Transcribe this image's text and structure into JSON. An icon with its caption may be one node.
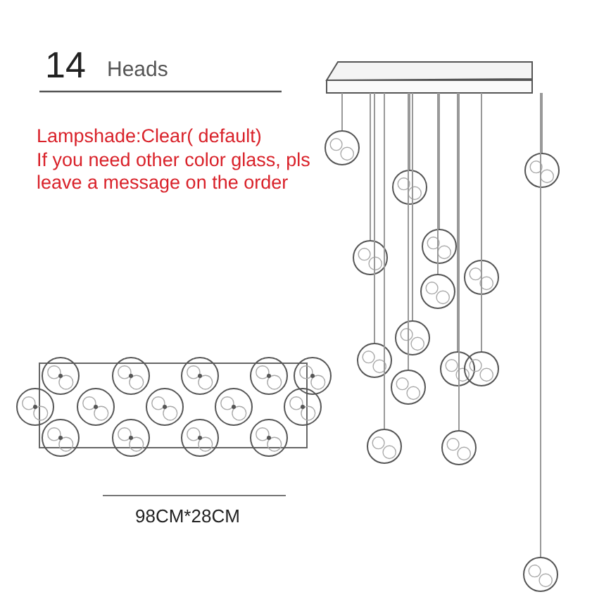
{
  "diagram": {
    "labels": [
      "14",
      "Heads",
      "Lampshade:Clear( default)",
      "If you need other color glass, pls leave a message on the order",
      "98CM*28CM"
    ]
  }
}
